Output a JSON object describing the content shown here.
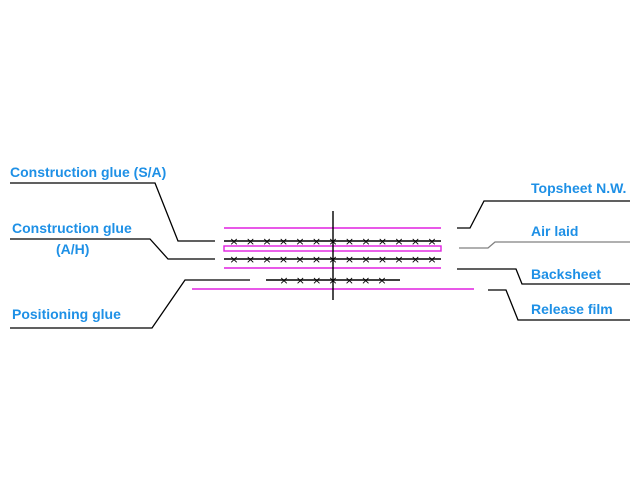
{
  "labels": {
    "construction_glue_sa": "Construction glue (S/A)",
    "construction_glue_ah_line1": "Construction glue",
    "construction_glue_ah_line2": "(A/H)",
    "positioning_glue": "Positioning glue",
    "topsheet": "Topsheet N.W.",
    "air_laid": "Air laid",
    "backsheet": "Backsheet",
    "release_film": "Release film"
  },
  "colors": {
    "label_text": "#1e90e6",
    "film_layer": "#e020e0",
    "glue_line": "#000000",
    "leader_line": "#000000",
    "air_laid_leader": "#808080"
  },
  "glue_marks": {
    "construction_sa_count": 13,
    "construction_ah_count": 13,
    "positioning_count": 7,
    "glyph": "×"
  }
}
